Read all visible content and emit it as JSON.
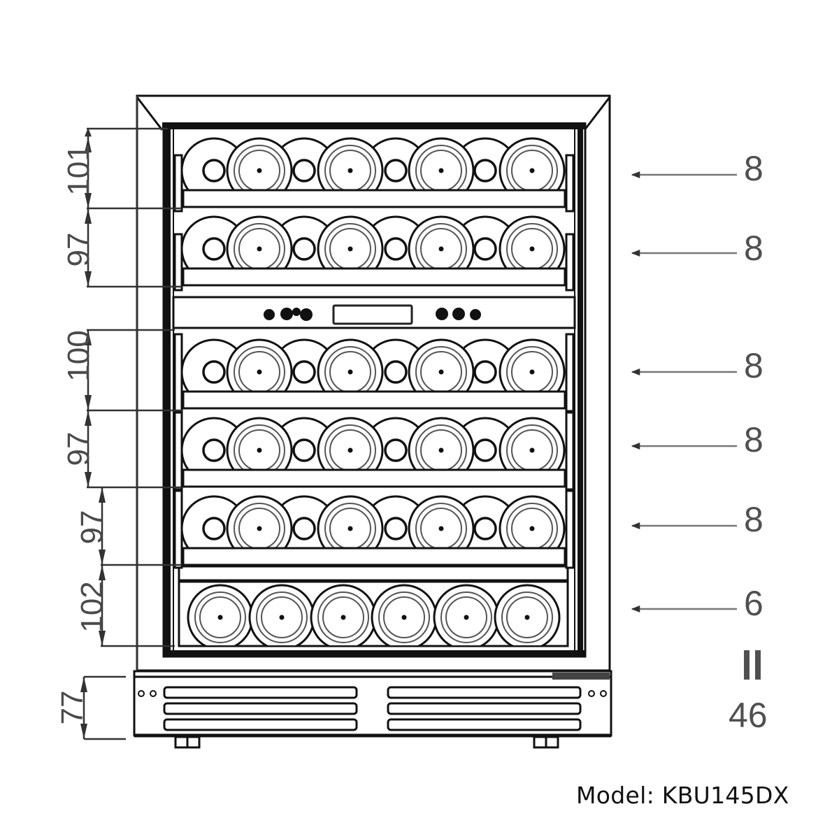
{
  "diagram": {
    "title": "Wine cooler front view dimension diagram",
    "product_type": "dual-zone under-counter wine cooler",
    "colors": {
      "line": "#1a1a1a",
      "dimension": "#4a4a4a",
      "background": "#ffffff"
    },
    "shelf_heights_mm": [
      {
        "label": "101",
        "value": 101
      },
      {
        "label": "97",
        "value": 97
      },
      {
        "label": "100",
        "value": 100
      },
      {
        "label": "97",
        "value": 97
      },
      {
        "label": "97",
        "value": 97
      },
      {
        "label": "102",
        "value": 102
      }
    ],
    "base_height": {
      "label": "77",
      "value": 77
    },
    "shelves": [
      {
        "name": "shelf-1",
        "zone": "upper",
        "bottles": 8,
        "capacity_label": "8"
      },
      {
        "name": "shelf-2",
        "zone": "upper",
        "bottles": 8,
        "capacity_label": "8"
      },
      {
        "name": "shelf-3",
        "zone": "lower",
        "bottles": 8,
        "capacity_label": "8"
      },
      {
        "name": "shelf-4",
        "zone": "lower",
        "bottles": 8,
        "capacity_label": "8"
      },
      {
        "name": "shelf-5",
        "zone": "lower",
        "bottles": 8,
        "capacity_label": "8"
      },
      {
        "name": "shelf-6",
        "zone": "lower",
        "bottles": 6,
        "capacity_label": "6"
      }
    ],
    "total": {
      "equals_symbol": "II",
      "label": "46",
      "value": 46
    },
    "control_panel": {
      "left_buttons": 3,
      "right_buttons": 3,
      "display": "lcd-display"
    },
    "model_label": "Model: KBU145DX"
  }
}
